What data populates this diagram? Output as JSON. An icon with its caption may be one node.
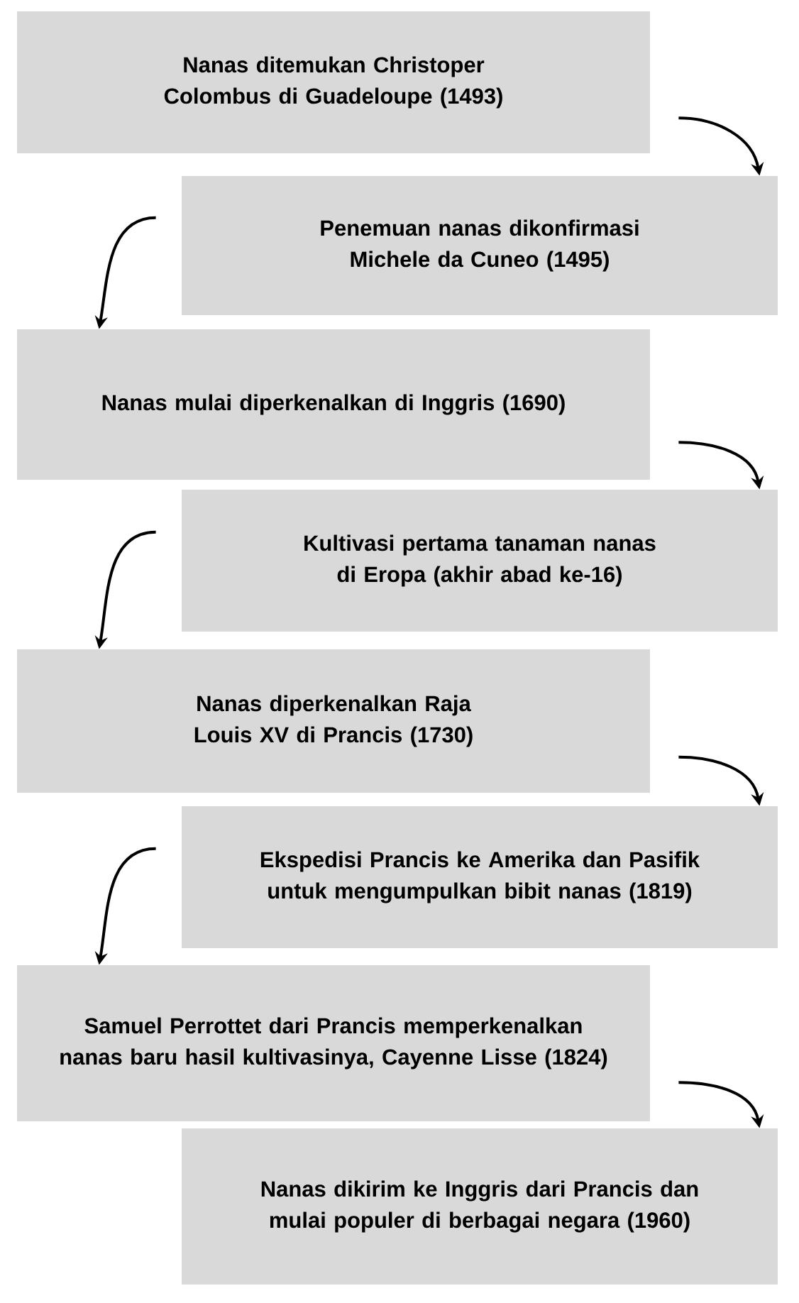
{
  "diagram": {
    "nodes": [
      {
        "text": [
          "Nanas ditemukan Christoper Colombus di Guadeloupe (1493)"
        ]
      },
      {
        "text": [
          "Penemuan nanas dikonfirmasi Michele da Cuneo (1495)"
        ]
      },
      {
        "text": [
          "Nanas mulai diperkenalkan di Inggris (1690)"
        ]
      },
      {
        "text": [
          "Kultivasi pertama tanaman nanas di Eropa (akhir abad ke-16)"
        ]
      },
      {
        "text": [
          "Nanas diperkenalkan Raja Louis XV di Prancis (1730)"
        ]
      },
      {
        "text": [
          "Ekspedisi Prancis ke Amerika dan Pasifik untuk mengumpulkan bibit nanas (1819)"
        ]
      },
      {
        "text": [
          "Samuel Perrottet dari Prancis memperkenalkan nanas baru hasil kultivasinya, Cayenne Lisse (1824)"
        ]
      },
      {
        "text": [
          "Nanas dikirim ke Inggris dari Prancis dan mulai populer di berbagai negara (1960)"
        ]
      }
    ],
    "edges": [
      {
        "from": 0,
        "to": 1,
        "arrow": "to"
      },
      {
        "from": 1,
        "to": 2,
        "arrow": "to"
      },
      {
        "from": 2,
        "to": 3,
        "arrow": "to"
      },
      {
        "from": 3,
        "to": 4,
        "arrow": "to"
      },
      {
        "from": 4,
        "to": 5,
        "arrow": "to"
      },
      {
        "from": 5,
        "to": 6,
        "arrow": "to"
      },
      {
        "from": 6,
        "to": 7,
        "arrow": "to"
      }
    ]
  }
}
